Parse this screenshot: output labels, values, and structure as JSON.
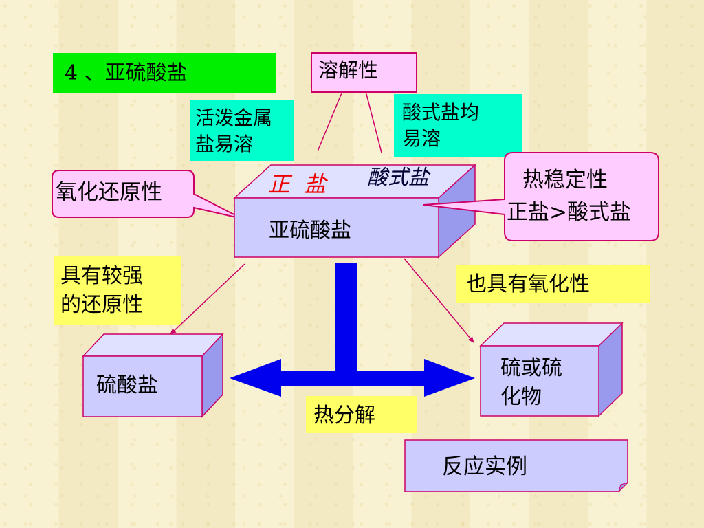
{
  "slide": {
    "title": "4 、亚硫酸盐",
    "solubility": "溶解性",
    "active_metal_line1": "活泼金属",
    "active_metal_line2": "盐易溶",
    "acid_salt_soluble_line1": "酸式盐均",
    "acid_salt_soluble_line2": "易溶",
    "redox": "氧化还原性",
    "thermal_line1": "热稳定性",
    "thermal_line2": "正盐>酸式盐",
    "normal_salt": "正  盐",
    "acid_salt": "酸式盐",
    "sulfite": "亚硫酸盐",
    "reducing_line1": "具有较强",
    "reducing_line2": "的还原性",
    "oxidizing": "也具有氧化性",
    "sulfate": "硫酸盐",
    "sulfur_line1": "硫或硫",
    "sulfur_line2": "化物",
    "thermal_decomp": "热分解",
    "examples": "反应实例"
  },
  "colors": {
    "title_bg": "#00ee00",
    "callout_fill": "#ffccff",
    "callout_border": "#cc0066",
    "cyan_box": "#00ffcc",
    "yellow_box": "#ffff66",
    "box_face": "#ccccff",
    "box_side": "#9999ee",
    "box_top": "#e0e0ff",
    "arrow_blue": "#0000ee",
    "red_text": "#ee0000"
  }
}
